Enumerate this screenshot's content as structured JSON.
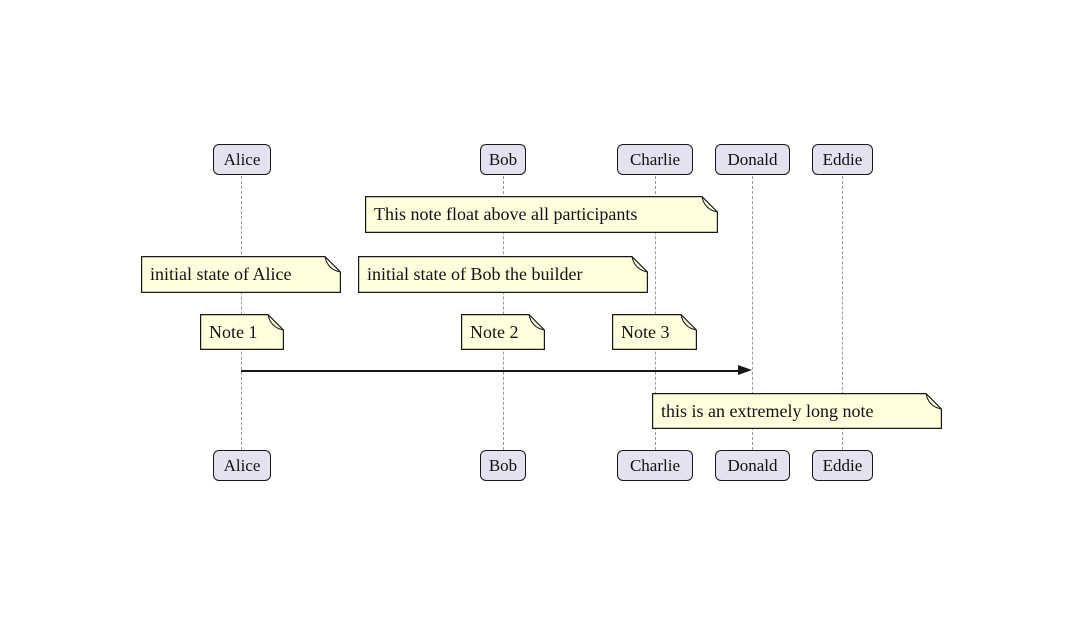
{
  "participants": [
    {
      "name": "Alice"
    },
    {
      "name": "Bob"
    },
    {
      "name": "Charlie"
    },
    {
      "name": "Donald"
    },
    {
      "name": "Eddie"
    }
  ],
  "notes": {
    "float_note": "This note float above all participants",
    "alice_note": "initial state of Alice",
    "bob_note": "initial state of Bob the builder",
    "note1": "Note 1",
    "note2": "Note 2",
    "note3": "Note 3",
    "long_note": "this is an extremely long note"
  },
  "message": {
    "from": "Alice",
    "to": "Donald"
  },
  "colors": {
    "background": "#FFFFFF",
    "participant_fill": "#E2E2F0",
    "participant_border": "#181818",
    "note_fill": "#FEFFDD",
    "note_border": "#181818",
    "lifeline": "#999999",
    "arrow": "#181818",
    "text": "#111111"
  }
}
